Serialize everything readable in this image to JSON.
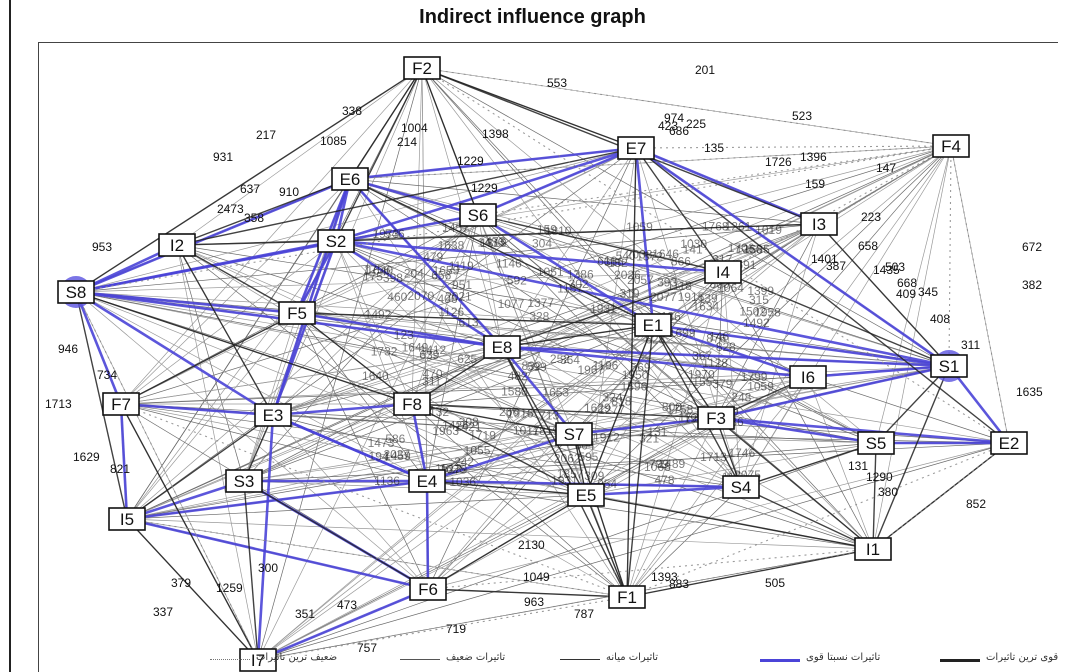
{
  "title": "Indirect influence graph",
  "colors": {
    "strongest": "#222222",
    "very_strong": "#4b44d8",
    "medium": "#333333",
    "weak": "#555555",
    "weakest": "#777777"
  },
  "nodes": [
    {
      "id": "F2"
    },
    {
      "id": "E7"
    },
    {
      "id": "F4"
    },
    {
      "id": "E6"
    },
    {
      "id": "S6"
    },
    {
      "id": "I3"
    },
    {
      "id": "I2"
    },
    {
      "id": "S2"
    },
    {
      "id": "I4"
    },
    {
      "id": "S8"
    },
    {
      "id": "F5"
    },
    {
      "id": "E1"
    },
    {
      "id": "E8"
    },
    {
      "id": "S1"
    },
    {
      "id": "I6"
    },
    {
      "id": "F7"
    },
    {
      "id": "E3"
    },
    {
      "id": "F8"
    },
    {
      "id": "F3"
    },
    {
      "id": "S7"
    },
    {
      "id": "S5"
    },
    {
      "id": "E2"
    },
    {
      "id": "S3"
    },
    {
      "id": "E4"
    },
    {
      "id": "E5"
    },
    {
      "id": "S4"
    },
    {
      "id": "I5"
    },
    {
      "id": "I1"
    },
    {
      "id": "F6"
    },
    {
      "id": "F1"
    },
    {
      "id": "I7"
    }
  ],
  "edge_labels": [
    "201",
    "553",
    "523",
    "338",
    "974",
    "686",
    "423",
    "225",
    "217",
    "1004",
    "1085",
    "214",
    "1398",
    "1229",
    "931",
    "135",
    "1726",
    "1396",
    "147",
    "637",
    "910",
    "1229",
    "159",
    "2473",
    "358",
    "223",
    "658",
    "387",
    "953",
    "1401",
    "1435",
    "503",
    "672",
    "668",
    "409",
    "345",
    "382",
    "946",
    "408",
    "311",
    "734",
    "1635",
    "1713",
    "1629",
    "821",
    "852",
    "1290",
    "380",
    "131",
    "379",
    "1259",
    "300",
    "337",
    "351",
    "473",
    "2130",
    "1393",
    "1049",
    "963",
    "719",
    "787",
    "883",
    "505",
    "757"
  ],
  "legend": [
    {
      "label": "قوی ترین تاثیرات",
      "style": "strongest"
    },
    {
      "label": "تاثیرات نسبتا قوی",
      "style": "very_strong"
    },
    {
      "label": "تاثیرات میانه",
      "style": "medium"
    },
    {
      "label": "تاثیرات ضعیف",
      "style": "weak"
    },
    {
      "label": "ضعیف ترین تاثیرات",
      "style": "weakest"
    }
  ],
  "edges": [
    [
      "S8",
      "E6",
      "blue"
    ],
    [
      "S8",
      "S2",
      "blue"
    ],
    [
      "S8",
      "I2",
      "blue"
    ],
    [
      "S8",
      "F5",
      "blue"
    ],
    [
      "S8",
      "E8",
      "blue"
    ],
    [
      "S8",
      "F7",
      "blue"
    ],
    [
      "S8",
      "E3",
      "blue"
    ],
    [
      "S8",
      "S6",
      "blue"
    ],
    [
      "S2",
      "E6",
      "blue"
    ],
    [
      "S2",
      "E7",
      "blue"
    ],
    [
      "S2",
      "E8",
      "blue"
    ],
    [
      "S2",
      "F5",
      "blue"
    ],
    [
      "S2",
      "E3",
      "blue"
    ],
    [
      "S2",
      "S1",
      "blue"
    ],
    [
      "S2",
      "I4",
      "blue"
    ],
    [
      "E6",
      "S6",
      "blue"
    ],
    [
      "E6",
      "E7",
      "blue"
    ],
    [
      "E6",
      "F5",
      "blue"
    ],
    [
      "E6",
      "E3",
      "blue"
    ],
    [
      "E6",
      "E8",
      "blue"
    ],
    [
      "S6",
      "E7",
      "blue"
    ],
    [
      "S6",
      "E1",
      "blue"
    ],
    [
      "E7",
      "I3",
      "blue"
    ],
    [
      "E7",
      "S1",
      "blue"
    ],
    [
      "E7",
      "E1",
      "blue"
    ],
    [
      "E1",
      "S1",
      "blue"
    ],
    [
      "I6",
      "S1",
      "blue"
    ],
    [
      "E8",
      "S1",
      "blue"
    ],
    [
      "F3",
      "S1",
      "blue"
    ],
    [
      "S5",
      "E2",
      "blue"
    ],
    [
      "S1",
      "E2",
      "blue"
    ],
    [
      "F3",
      "S5",
      "blue"
    ],
    [
      "F3",
      "E2",
      "blue"
    ],
    [
      "E8",
      "I6",
      "blue"
    ],
    [
      "E3",
      "F8",
      "blue"
    ],
    [
      "E3",
      "E4",
      "blue"
    ],
    [
      "F8",
      "E4",
      "blue"
    ],
    [
      "S3",
      "E4",
      "blue"
    ],
    [
      "E4",
      "S7",
      "blue"
    ],
    [
      "E4",
      "F6",
      "blue"
    ],
    [
      "F6",
      "S3",
      "blue"
    ],
    [
      "F6",
      "I5",
      "blue"
    ],
    [
      "F6",
      "I7",
      "blue"
    ],
    [
      "E4",
      "S4",
      "blue"
    ],
    [
      "S7",
      "F3",
      "blue"
    ],
    [
      "E5",
      "S4",
      "blue"
    ],
    [
      "F7",
      "E3",
      "blue"
    ],
    [
      "F7",
      "I5",
      "blue"
    ],
    [
      "I5",
      "E4",
      "blue"
    ],
    [
      "I5",
      "S3",
      "blue"
    ],
    [
      "I7",
      "E3",
      "blue"
    ],
    [
      "E4",
      "E3",
      "blue"
    ],
    [
      "F5",
      "E8",
      "blue"
    ],
    [
      "E1",
      "I6",
      "blue"
    ],
    [
      "E8",
      "S7",
      "blue"
    ],
    [
      "S8",
      "F2",
      "dark"
    ],
    [
      "E6",
      "F2",
      "dark"
    ],
    [
      "S2",
      "F2",
      "dark"
    ],
    [
      "E7",
      "F2",
      "dark"
    ],
    [
      "S6",
      "F2",
      "dark"
    ],
    [
      "I3",
      "F2",
      "dark"
    ],
    [
      "E7",
      "F1",
      "dark"
    ],
    [
      "E1",
      "F1",
      "dark"
    ],
    [
      "E8",
      "F1",
      "dark"
    ],
    [
      "S7",
      "F1",
      "dark"
    ],
    [
      "F6",
      "F1",
      "dark"
    ],
    [
      "I1",
      "F1",
      "dark"
    ],
    [
      "S4",
      "I1",
      "dark"
    ],
    [
      "S5",
      "I1",
      "dark"
    ],
    [
      "E2",
      "I1",
      "dark"
    ],
    [
      "S1",
      "I1",
      "dark"
    ],
    [
      "I4",
      "S1",
      "dark"
    ],
    [
      "I3",
      "S1",
      "dark"
    ],
    [
      "E7",
      "E2",
      "dark"
    ],
    [
      "S1",
      "S5",
      "dark"
    ],
    [
      "E7",
      "I4",
      "dark"
    ],
    [
      "E6",
      "E1",
      "dark"
    ],
    [
      "S2",
      "I3",
      "dark"
    ],
    [
      "I2",
      "E7",
      "dark"
    ],
    [
      "F5",
      "E1",
      "dark"
    ],
    [
      "F5",
      "F8",
      "dark"
    ],
    [
      "F8",
      "S7",
      "dark"
    ],
    [
      "S7",
      "E5",
      "dark"
    ],
    [
      "E5",
      "F1",
      "dark"
    ],
    [
      "E5",
      "F6",
      "dark"
    ],
    [
      "S3",
      "F6",
      "dark"
    ],
    [
      "S3",
      "I7",
      "dark"
    ],
    [
      "I5",
      "I7",
      "dark"
    ],
    [
      "F7",
      "I7",
      "dark"
    ],
    [
      "S8",
      "I5",
      "dark"
    ],
    [
      "S8",
      "F8",
      "dark"
    ],
    [
      "I2",
      "F5",
      "dark"
    ],
    [
      "I2",
      "E3",
      "dark"
    ],
    [
      "E3",
      "S3",
      "dark"
    ],
    [
      "E8",
      "F8",
      "dark"
    ],
    [
      "E8",
      "E5",
      "dark"
    ],
    [
      "E1",
      "F3",
      "dark"
    ],
    [
      "I6",
      "F3",
      "dark"
    ],
    [
      "I4",
      "E8",
      "dark"
    ],
    [
      "S6",
      "I4",
      "dark"
    ],
    [
      "E1",
      "S4",
      "dark"
    ],
    [
      "S4",
      "S5",
      "dark"
    ],
    [
      "F3",
      "I1",
      "dark"
    ],
    [
      "F3",
      "S4",
      "dark"
    ],
    [
      "E5",
      "I1",
      "dark"
    ],
    [
      "E4",
      "E5",
      "dark"
    ],
    [
      "F8",
      "E5",
      "dark"
    ],
    [
      "E3",
      "I5",
      "dark"
    ],
    [
      "F5",
      "F7",
      "dark"
    ],
    [
      "S2",
      "I2",
      "dark"
    ],
    [
      "E6",
      "I2",
      "dark"
    ],
    [
      "E8",
      "E1",
      "dark"
    ],
    [
      "F8",
      "F3",
      "dark"
    ],
    [
      "E1",
      "E5",
      "dark"
    ],
    [
      "F2",
      "F4",
      "dot"
    ],
    [
      "E7",
      "F4",
      "dot"
    ],
    [
      "I3",
      "F4",
      "dot"
    ],
    [
      "I4",
      "F4",
      "dot"
    ],
    [
      "S1",
      "F4",
      "dot"
    ],
    [
      "E2",
      "F4",
      "dot"
    ],
    [
      "S6",
      "F4",
      "dot"
    ],
    [
      "E1",
      "F4",
      "dot"
    ],
    [
      "F2",
      "E2",
      "dot"
    ],
    [
      "S8",
      "I7",
      "dot"
    ],
    [
      "I5",
      "F1",
      "dot"
    ],
    [
      "I7",
      "F1",
      "dot"
    ],
    [
      "F6",
      "I1",
      "dot"
    ],
    [
      "I7",
      "I1",
      "dot"
    ],
    [
      "F1",
      "E2",
      "dot"
    ],
    [
      "F7",
      "F1",
      "dot"
    ],
    [
      "S8",
      "F4",
      "dot"
    ],
    [
      "E6",
      "F4",
      "dot"
    ],
    [
      "I1",
      "E2",
      "dot"
    ]
  ]
}
